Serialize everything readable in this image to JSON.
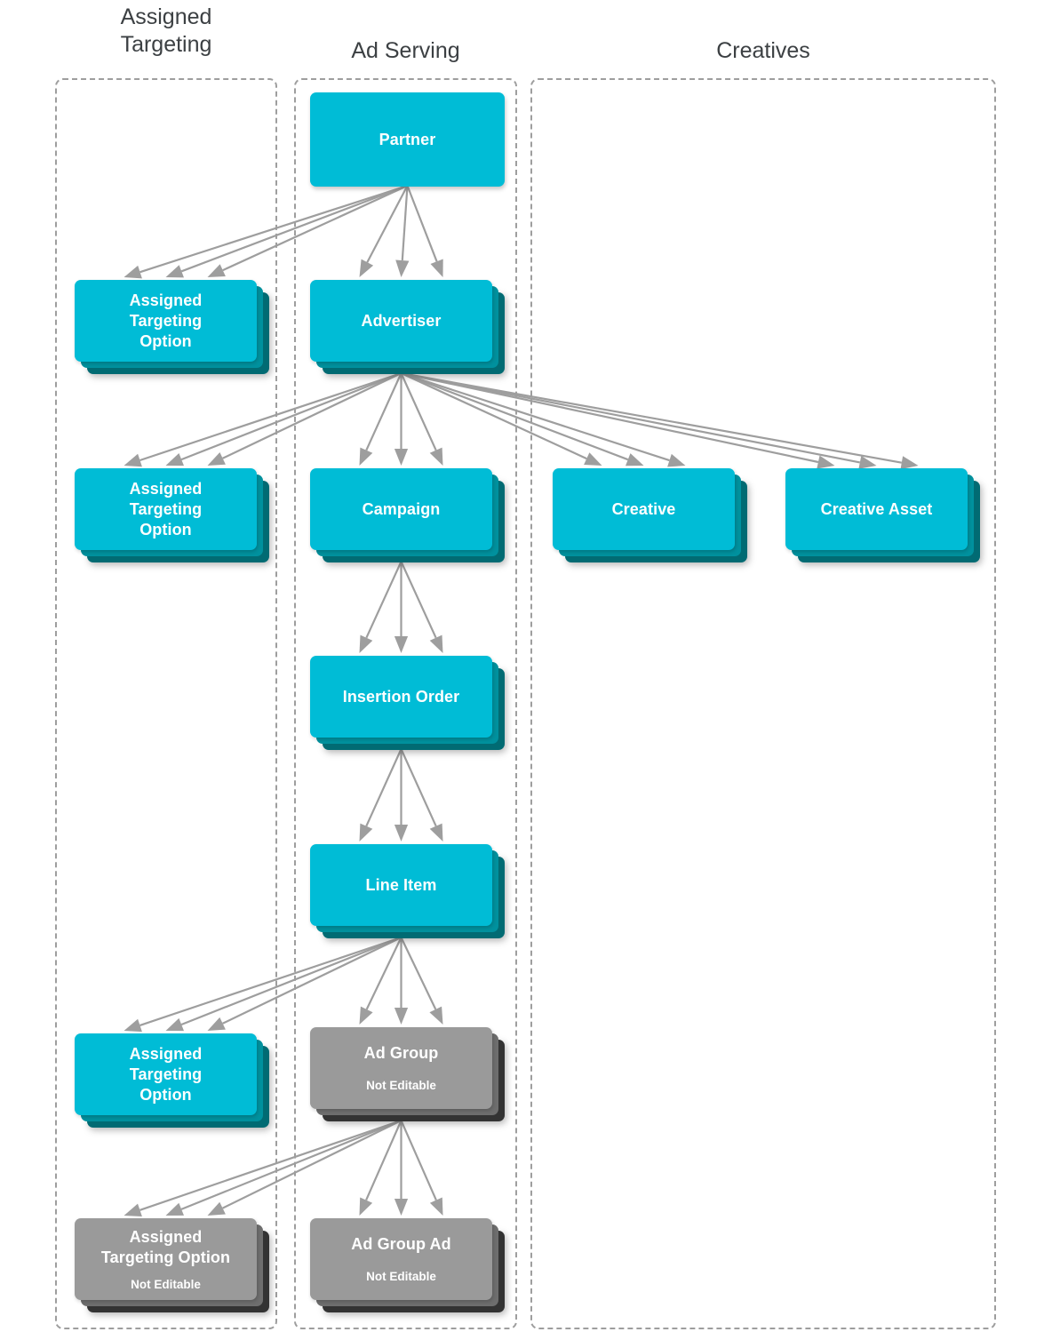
{
  "diagram": {
    "title_present": false,
    "columns": [
      {
        "key": "assigned_targeting",
        "label": "Assigned\nTargeting",
        "label_line1": "Assigned",
        "label_line2": "Targeting"
      },
      {
        "key": "ad_serving",
        "label": "Ad Serving"
      },
      {
        "key": "creatives",
        "label": "Creatives"
      }
    ],
    "colors": {
      "node_cyan": "#00bcd6",
      "node_cyan_shadow_mid": "#00919e",
      "node_cyan_shadow_back": "#016b73",
      "node_gray": "#9a9a9a",
      "node_gray_shadow_mid": "#6e6e6e",
      "node_gray_shadow_back": "#333333",
      "edge_gray": "#9e9e9e",
      "dashed_border": "#9e9e9e",
      "title_text": "#3c4043",
      "label_text": "#ffffff",
      "page_background": "#ffffff"
    },
    "nodes": [
      {
        "id": "partner",
        "label": "Partner",
        "sublabel": "",
        "column": "ad_serving",
        "style": "cyan",
        "stacked": false
      },
      {
        "id": "ato_1",
        "label": "Assigned Targeting Option",
        "sublabel": "",
        "column": "assigned_targeting",
        "style": "cyan",
        "stacked": true,
        "lines": [
          "Assigned",
          "Targeting",
          "Option"
        ]
      },
      {
        "id": "advertiser",
        "label": "Advertiser",
        "sublabel": "",
        "column": "ad_serving",
        "style": "cyan",
        "stacked": true
      },
      {
        "id": "ato_2",
        "label": "Assigned Targeting Option",
        "sublabel": "",
        "column": "assigned_targeting",
        "style": "cyan",
        "stacked": true,
        "lines": [
          "Assigned",
          "Targeting",
          "Option"
        ]
      },
      {
        "id": "campaign",
        "label": "Campaign",
        "sublabel": "",
        "column": "ad_serving",
        "style": "cyan",
        "stacked": true
      },
      {
        "id": "creative",
        "label": "Creative",
        "sublabel": "",
        "column": "creatives",
        "style": "cyan",
        "stacked": true
      },
      {
        "id": "creative_asset",
        "label": "Creative Asset",
        "sublabel": "",
        "column": "creatives",
        "style": "cyan",
        "stacked": true
      },
      {
        "id": "insertion_order",
        "label": "Insertion Order",
        "sublabel": "",
        "column": "ad_serving",
        "style": "cyan",
        "stacked": true
      },
      {
        "id": "line_item",
        "label": "Line Item",
        "sublabel": "",
        "column": "ad_serving",
        "style": "cyan",
        "stacked": true
      },
      {
        "id": "ato_3",
        "label": "Assigned Targeting Option",
        "sublabel": "",
        "column": "assigned_targeting",
        "style": "cyan",
        "stacked": true,
        "lines": [
          "Assigned",
          "Targeting",
          "Option"
        ]
      },
      {
        "id": "ad_group",
        "label": "Ad Group",
        "sublabel": "Not Editable",
        "column": "ad_serving",
        "style": "gray",
        "stacked": true
      },
      {
        "id": "ato_4",
        "label": "Assigned Targeting Option",
        "sublabel": "Not Editable",
        "column": "assigned_targeting",
        "style": "gray",
        "stacked": true,
        "lines": [
          "Assigned",
          "Targeting Option"
        ]
      },
      {
        "id": "ad_group_ad",
        "label": "Ad Group Ad",
        "sublabel": "Not Editable",
        "column": "ad_serving",
        "style": "gray",
        "stacked": true
      }
    ],
    "edges": [
      {
        "from": "partner",
        "to": "ato_1",
        "multiplicity": 3
      },
      {
        "from": "partner",
        "to": "advertiser",
        "multiplicity": 3
      },
      {
        "from": "advertiser",
        "to": "ato_2",
        "multiplicity": 3
      },
      {
        "from": "advertiser",
        "to": "campaign",
        "multiplicity": 3
      },
      {
        "from": "advertiser",
        "to": "creative",
        "multiplicity": 3
      },
      {
        "from": "advertiser",
        "to": "creative_asset",
        "multiplicity": 3
      },
      {
        "from": "campaign",
        "to": "insertion_order",
        "multiplicity": 3
      },
      {
        "from": "insertion_order",
        "to": "line_item",
        "multiplicity": 3
      },
      {
        "from": "line_item",
        "to": "ato_3",
        "multiplicity": 3
      },
      {
        "from": "line_item",
        "to": "ad_group",
        "multiplicity": 3
      },
      {
        "from": "ad_group",
        "to": "ato_4",
        "multiplicity": 3
      },
      {
        "from": "ad_group",
        "to": "ad_group_ad",
        "multiplicity": 3
      }
    ]
  }
}
